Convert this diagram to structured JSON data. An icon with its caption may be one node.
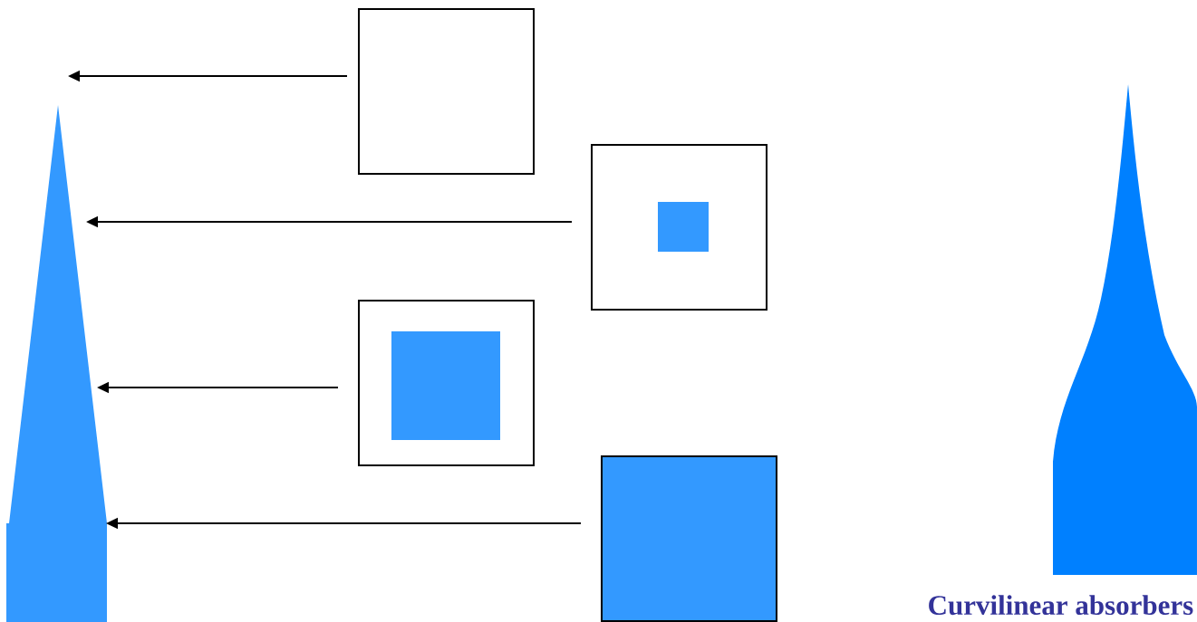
{
  "diagram": {
    "nodes": [
      {
        "text": [],
        "shape": "spike"
      },
      {
        "text": [],
        "shape": "box"
      },
      {
        "text": [],
        "shape": "box"
      },
      {
        "text": [],
        "shape": "box"
      },
      {
        "text": [],
        "shape": "box"
      },
      {
        "text": [],
        "shape": "spike",
        "beside": [
          "Curvilinear absorbers"
        ]
      }
    ],
    "edges": [
      {
        "from": 1,
        "to": null,
        "arrow": "to"
      },
      {
        "from": 2,
        "to": 0,
        "arrow": "to"
      },
      {
        "from": 3,
        "to": 0,
        "arrow": "to"
      },
      {
        "from": 4,
        "to": 0,
        "arrow": "to"
      }
    ]
  }
}
